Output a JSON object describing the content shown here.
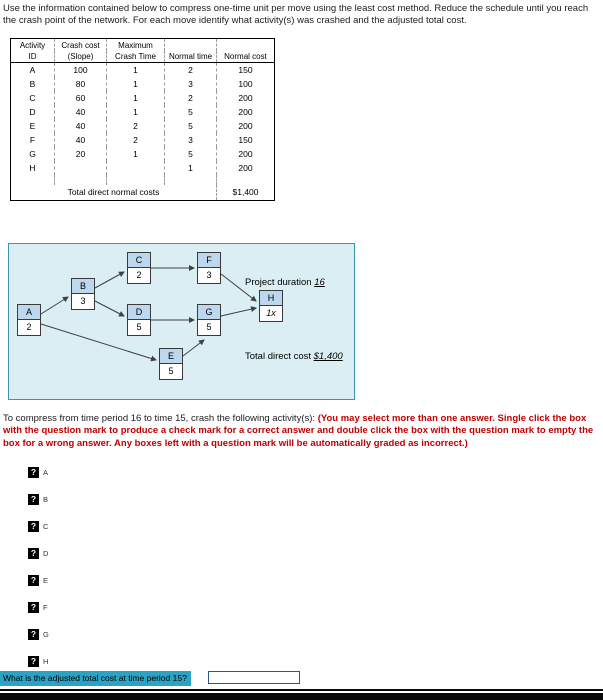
{
  "instructions": "Use the information contained below to compress one-time unit per move using the least cost method. Reduce the schedule until you reach the crash point of the network. For each move identify what activity(s) was crashed and the adjusted total cost.",
  "colors": {
    "note_red": "#c00000",
    "highlight_cyan": "#2ba3c4",
    "node_header_blue": "#bdd7ee",
    "diagram_bg": "#daeef3"
  },
  "table": {
    "headers": {
      "activity_top": "Activity",
      "activity_bottom": "ID",
      "crash_cost_top": "Crash cost",
      "crash_cost_bottom": "(Slope)",
      "max_top": "Maximum",
      "max_bottom": "Crash Time",
      "normal_time": "Normal time",
      "normal_cost": "Normal cost"
    },
    "rows": [
      {
        "id": "A",
        "crash_cost": "100",
        "max_crash": "1",
        "normal_time": "2",
        "normal_cost": "150"
      },
      {
        "id": "B",
        "crash_cost": "80",
        "max_crash": "1",
        "normal_time": "3",
        "normal_cost": "100"
      },
      {
        "id": "C",
        "crash_cost": "60",
        "max_crash": "1",
        "normal_time": "2",
        "normal_cost": "200"
      },
      {
        "id": "D",
        "crash_cost": "40",
        "max_crash": "1",
        "normal_time": "5",
        "normal_cost": "200"
      },
      {
        "id": "E",
        "crash_cost": "40",
        "max_crash": "2",
        "normal_time": "5",
        "normal_cost": "200"
      },
      {
        "id": "F",
        "crash_cost": "40",
        "max_crash": "2",
        "normal_time": "3",
        "normal_cost": "150"
      },
      {
        "id": "G",
        "crash_cost": "20",
        "max_crash": "1",
        "normal_time": "5",
        "normal_cost": "200"
      },
      {
        "id": "H",
        "crash_cost": "",
        "max_crash": "",
        "normal_time": "1",
        "normal_cost": "200"
      }
    ],
    "total_label": "Total direct normal costs",
    "total_value": "$1,400"
  },
  "diagram": {
    "nodes": [
      {
        "id": "A",
        "value": "2"
      },
      {
        "id": "B",
        "value": "3"
      },
      {
        "id": "C",
        "value": "2"
      },
      {
        "id": "D",
        "value": "5"
      },
      {
        "id": "E",
        "value": "5"
      },
      {
        "id": "F",
        "value": "3"
      },
      {
        "id": "G",
        "value": "5"
      },
      {
        "id": "H",
        "value": "1x"
      }
    ],
    "edges": [
      "A→B",
      "A→E",
      "B→C",
      "B→D",
      "C→F",
      "D→G",
      "E→G",
      "F→H",
      "G→H"
    ],
    "duration_label": "Project duration",
    "duration_value": "16",
    "cost_label": "Total direct cost",
    "cost_value": "$1,400"
  },
  "prompt": {
    "lead": "To compress from time period 16 to time 15, crash the following activity(s): ",
    "note": "(You may select more than one answer. Single click the box with the question mark to produce a check mark for a correct answer and double click the box with the question mark to empty the box for a wrong answer. Any boxes left with a question mark will be automatically graded as incorrect.)"
  },
  "options": {
    "glyph": "?",
    "items": [
      "A",
      "B",
      "C",
      "D",
      "E",
      "F",
      "G",
      "H"
    ]
  },
  "footer": {
    "question": "What is the adjusted total cost at time period 15?",
    "answer": ""
  }
}
